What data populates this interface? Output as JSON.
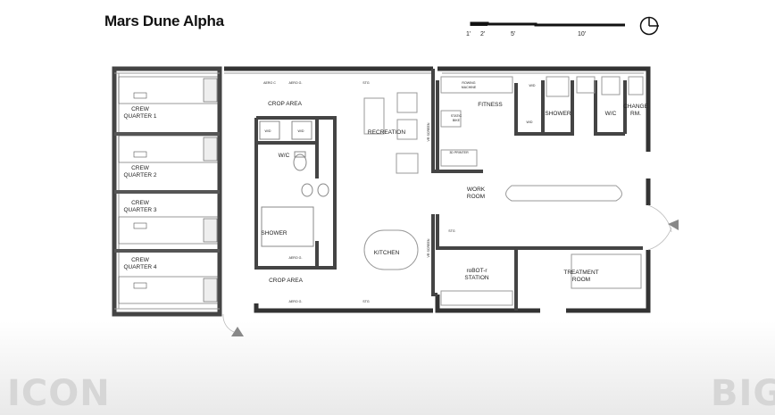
{
  "title": "Mars Dune Alpha",
  "scale_bar": {
    "labels": [
      "1'",
      "2'",
      "5'",
      "10'"
    ]
  },
  "rooms": {
    "crew_quarter_1": [
      "CREW",
      "QUARTER 1"
    ],
    "crew_quarter_2": [
      "CREW",
      "QUARTER 2"
    ],
    "crew_quarter_3": [
      "CREW",
      "QUARTER 3"
    ],
    "crew_quarter_4": [
      "CREW",
      "QUARTER 4"
    ],
    "crop_area_top": "CROP AREA",
    "crop_area_bottom": "CROP AREA",
    "wc_left": "W/C",
    "shower_left": "SHOWER",
    "recreation": "RECREATION",
    "kitchen": "KITCHEN",
    "fitness": "FITNESS",
    "shower_right": "SHOWER",
    "wc_right": "W/C",
    "change_rm": [
      "CHANGE",
      "RM."
    ],
    "work_room": [
      "WORK",
      "ROOM"
    ],
    "robot_station": [
      "roBOT-r",
      "STATION"
    ],
    "treatment_room": [
      "TREATMENT",
      "ROOM"
    ]
  },
  "small_labels": {
    "aero_c": "AERO C",
    "aero_g_top": "AERO G.",
    "stg_top": "STG",
    "aero_g_bottom": "AERO G.",
    "stg_bottom": "STG",
    "wd_1": "W/D",
    "wd_2": "W/D",
    "wd_3": "W/D",
    "wd_4": "W/D",
    "rowing_machine": [
      "ROWING",
      "MACHINE"
    ],
    "static_bike": [
      "STATIC",
      "BIKE"
    ],
    "printer": "3D PRINTER",
    "vr_screen_top": "VR SCREEN",
    "vr_screen_bottom": "VR SCREEN",
    "stg_mid": "STG",
    "aero_g_mid": "AERO G."
  },
  "logos": {
    "left": "ICON",
    "right": "BIG"
  }
}
